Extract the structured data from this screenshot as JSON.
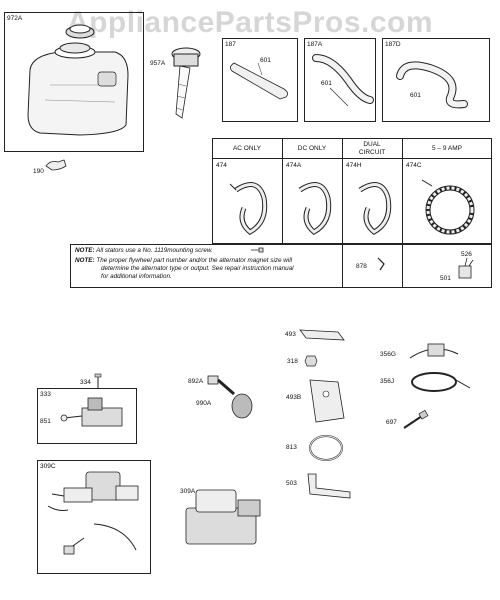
{
  "watermark": "AppliancePartsPros.com",
  "parts": {
    "p972a": "972A",
    "p957a": "957A",
    "p190": "190",
    "p187": "187",
    "p187a": "187A",
    "p187d": "187D",
    "p601a": "601",
    "p601b": "601",
    "p601c": "601",
    "p474": "474",
    "p474a": "474A",
    "p474h": "474H",
    "p474c": "474C",
    "p878": "878",
    "p526": "526",
    "p501": "501",
    "p493": "493",
    "p318": "318",
    "p493b": "493B",
    "p813": "813",
    "p503": "503",
    "p356g": "356G",
    "p356j": "356J",
    "p697": "697",
    "p892a": "892A",
    "p990a": "990A",
    "p334": "334",
    "p333": "333",
    "p851": "851",
    "p309c": "309C",
    "p309a": "309A"
  },
  "stator_table": {
    "headers": [
      "AC ONLY",
      "DC ONLY",
      "DUAL CIRCUIT",
      "5 – 9 AMP"
    ],
    "header_lines": [
      [
        "AC ONLY"
      ],
      [
        "DC ONLY"
      ],
      [
        "DUAL",
        "CIRCUIT"
      ],
      [
        "5 – 9 AMP"
      ]
    ]
  },
  "notes": {
    "note1_label": "NOTE:",
    "note1_text": "All stators use a No. 1119mounting screw.",
    "note2_label": "NOTE:",
    "note2_line1": "The proper flywheel part number and/or the alternator magnet size will",
    "note2_line2": "determine the alternator type or output. See repair instruction manual",
    "note2_line3": "for additional information."
  }
}
